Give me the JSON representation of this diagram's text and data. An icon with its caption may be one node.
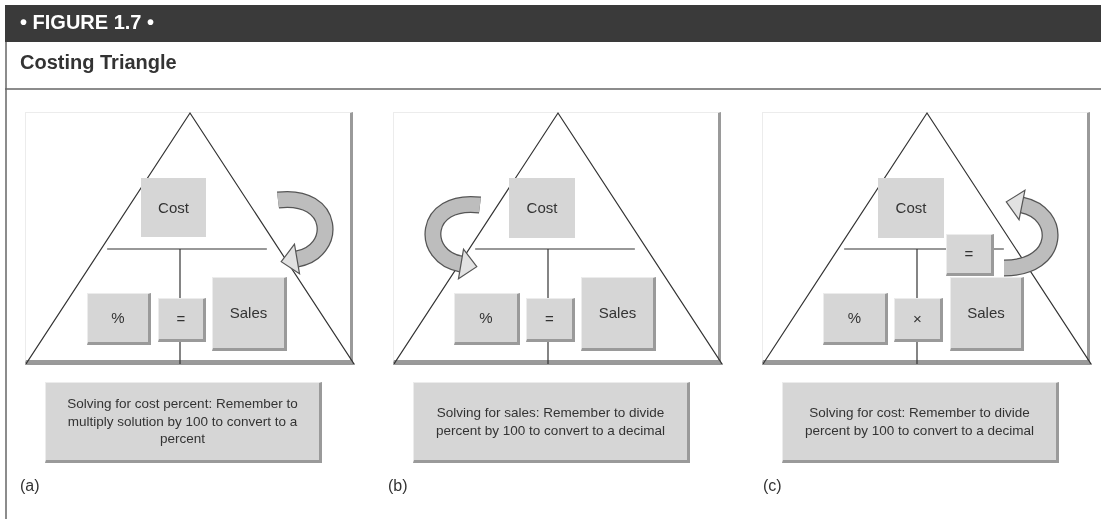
{
  "diagram": {
    "title": "• FIGURE 1.7 •",
    "nodes": [
      {
        "text": [],
        "shape": "triangle"
      },
      {
        "text": [
          "Cost"
        ],
        "in": 0
      },
      {
        "text": [
          "%"
        ],
        "in": 0
      },
      {
        "text": [
          "="
        ],
        "in": 0
      },
      {
        "text": [
          "Sales"
        ],
        "in": 0
      },
      {
        "text": [
          "Solving for cost percent: Remember to multiply solution by 100 to convert to a percent"
        ]
      },
      {
        "text": [],
        "shape": "triangle"
      },
      {
        "text": [
          "Cost"
        ],
        "in": 6
      },
      {
        "text": [
          "%"
        ],
        "in": 6
      },
      {
        "text": [
          "="
        ],
        "in": 6
      },
      {
        "text": [
          "Sales"
        ],
        "in": 6
      },
      {
        "text": [
          "Solving for sales: Remember to divide percent by 100 to convert to a decimal"
        ]
      },
      {
        "text": [],
        "shape": "triangle"
      },
      {
        "text": [
          "Cost"
        ],
        "in": 12
      },
      {
        "text": [
          "="
        ],
        "in": 12
      },
      {
        "text": [
          "%"
        ],
        "in": 12
      },
      {
        "text": [
          "×"
        ],
        "in": 12
      },
      {
        "text": [
          "Sales"
        ],
        "in": 12
      },
      {
        "text": [
          "Solving for cost: Remember to divide percent by 100 to convert to a decimal"
        ]
      }
    ],
    "labels": [
      "Costing Triangle",
      "(a)",
      "(b)",
      "(c)"
    ]
  }
}
